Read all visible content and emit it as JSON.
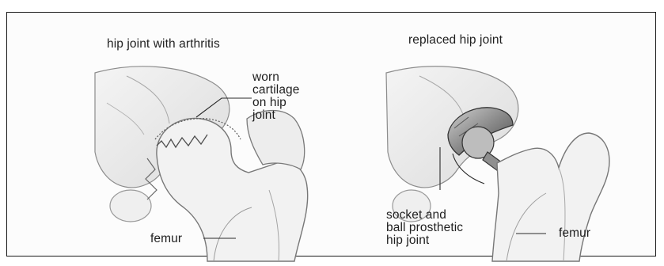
{
  "panels": {
    "left": {
      "title": "hip joint with arthritis",
      "callout_cartilage": "worn\ncartilage\non hip\njoint",
      "callout_femur": "femur"
    },
    "right": {
      "title": "replaced hip joint",
      "callout_prosthesis": "socket and\nball prosthetic\nhip joint",
      "callout_femur": "femur"
    }
  }
}
